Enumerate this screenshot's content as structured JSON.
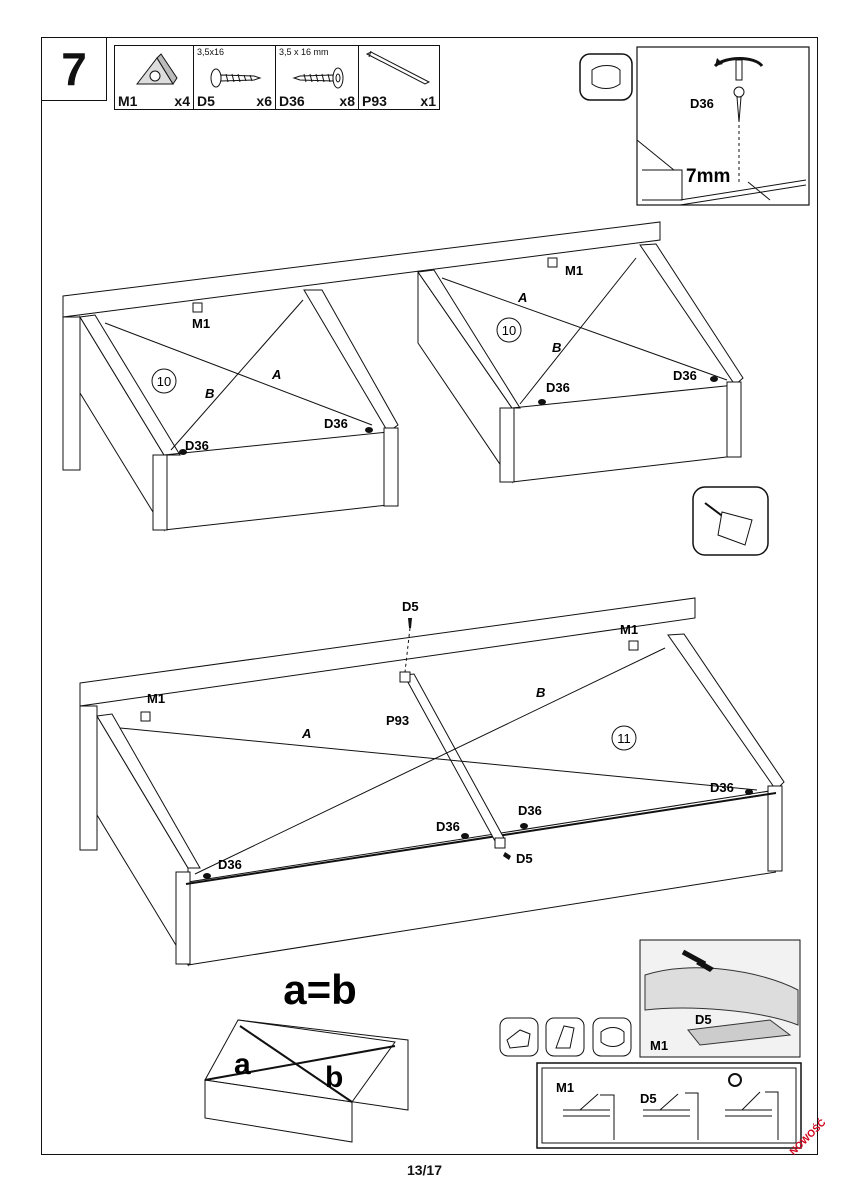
{
  "step": {
    "number": "7"
  },
  "parts": [
    {
      "code": "M1",
      "qty": "x4",
      "size": "",
      "icon": "corner-bracket-icon"
    },
    {
      "code": "D5",
      "qty": "x6",
      "size": "3,5x16",
      "icon": "screw-icon"
    },
    {
      "code": "D36",
      "qty": "x8",
      "size": "3,5 x 16 mm",
      "icon": "washer-screw-icon"
    },
    {
      "code": "P93",
      "qty": "x1",
      "size": "",
      "icon": "rod-icon"
    }
  ],
  "detail_top": {
    "part": "D36",
    "distance": "7mm"
  },
  "assembly_upper": {
    "panel_left": "10",
    "panel_right": "10",
    "m1": "M1",
    "d36": "D36",
    "diag_a": "A",
    "diag_b": "B"
  },
  "assembly_lower": {
    "panel": "11",
    "d5": "D5",
    "m1": "M1",
    "p93": "P93",
    "d36": "D36",
    "diag_a": "A",
    "diag_b": "B"
  },
  "square_check": {
    "formula": "a=b",
    "a": "a",
    "b": "b"
  },
  "photo_detail": {
    "m1": "M1",
    "d5": "D5"
  },
  "steps_detail": {
    "m1": "M1",
    "d5": "D5"
  },
  "page": "13/17",
  "badge": "NOWOŚĆ"
}
